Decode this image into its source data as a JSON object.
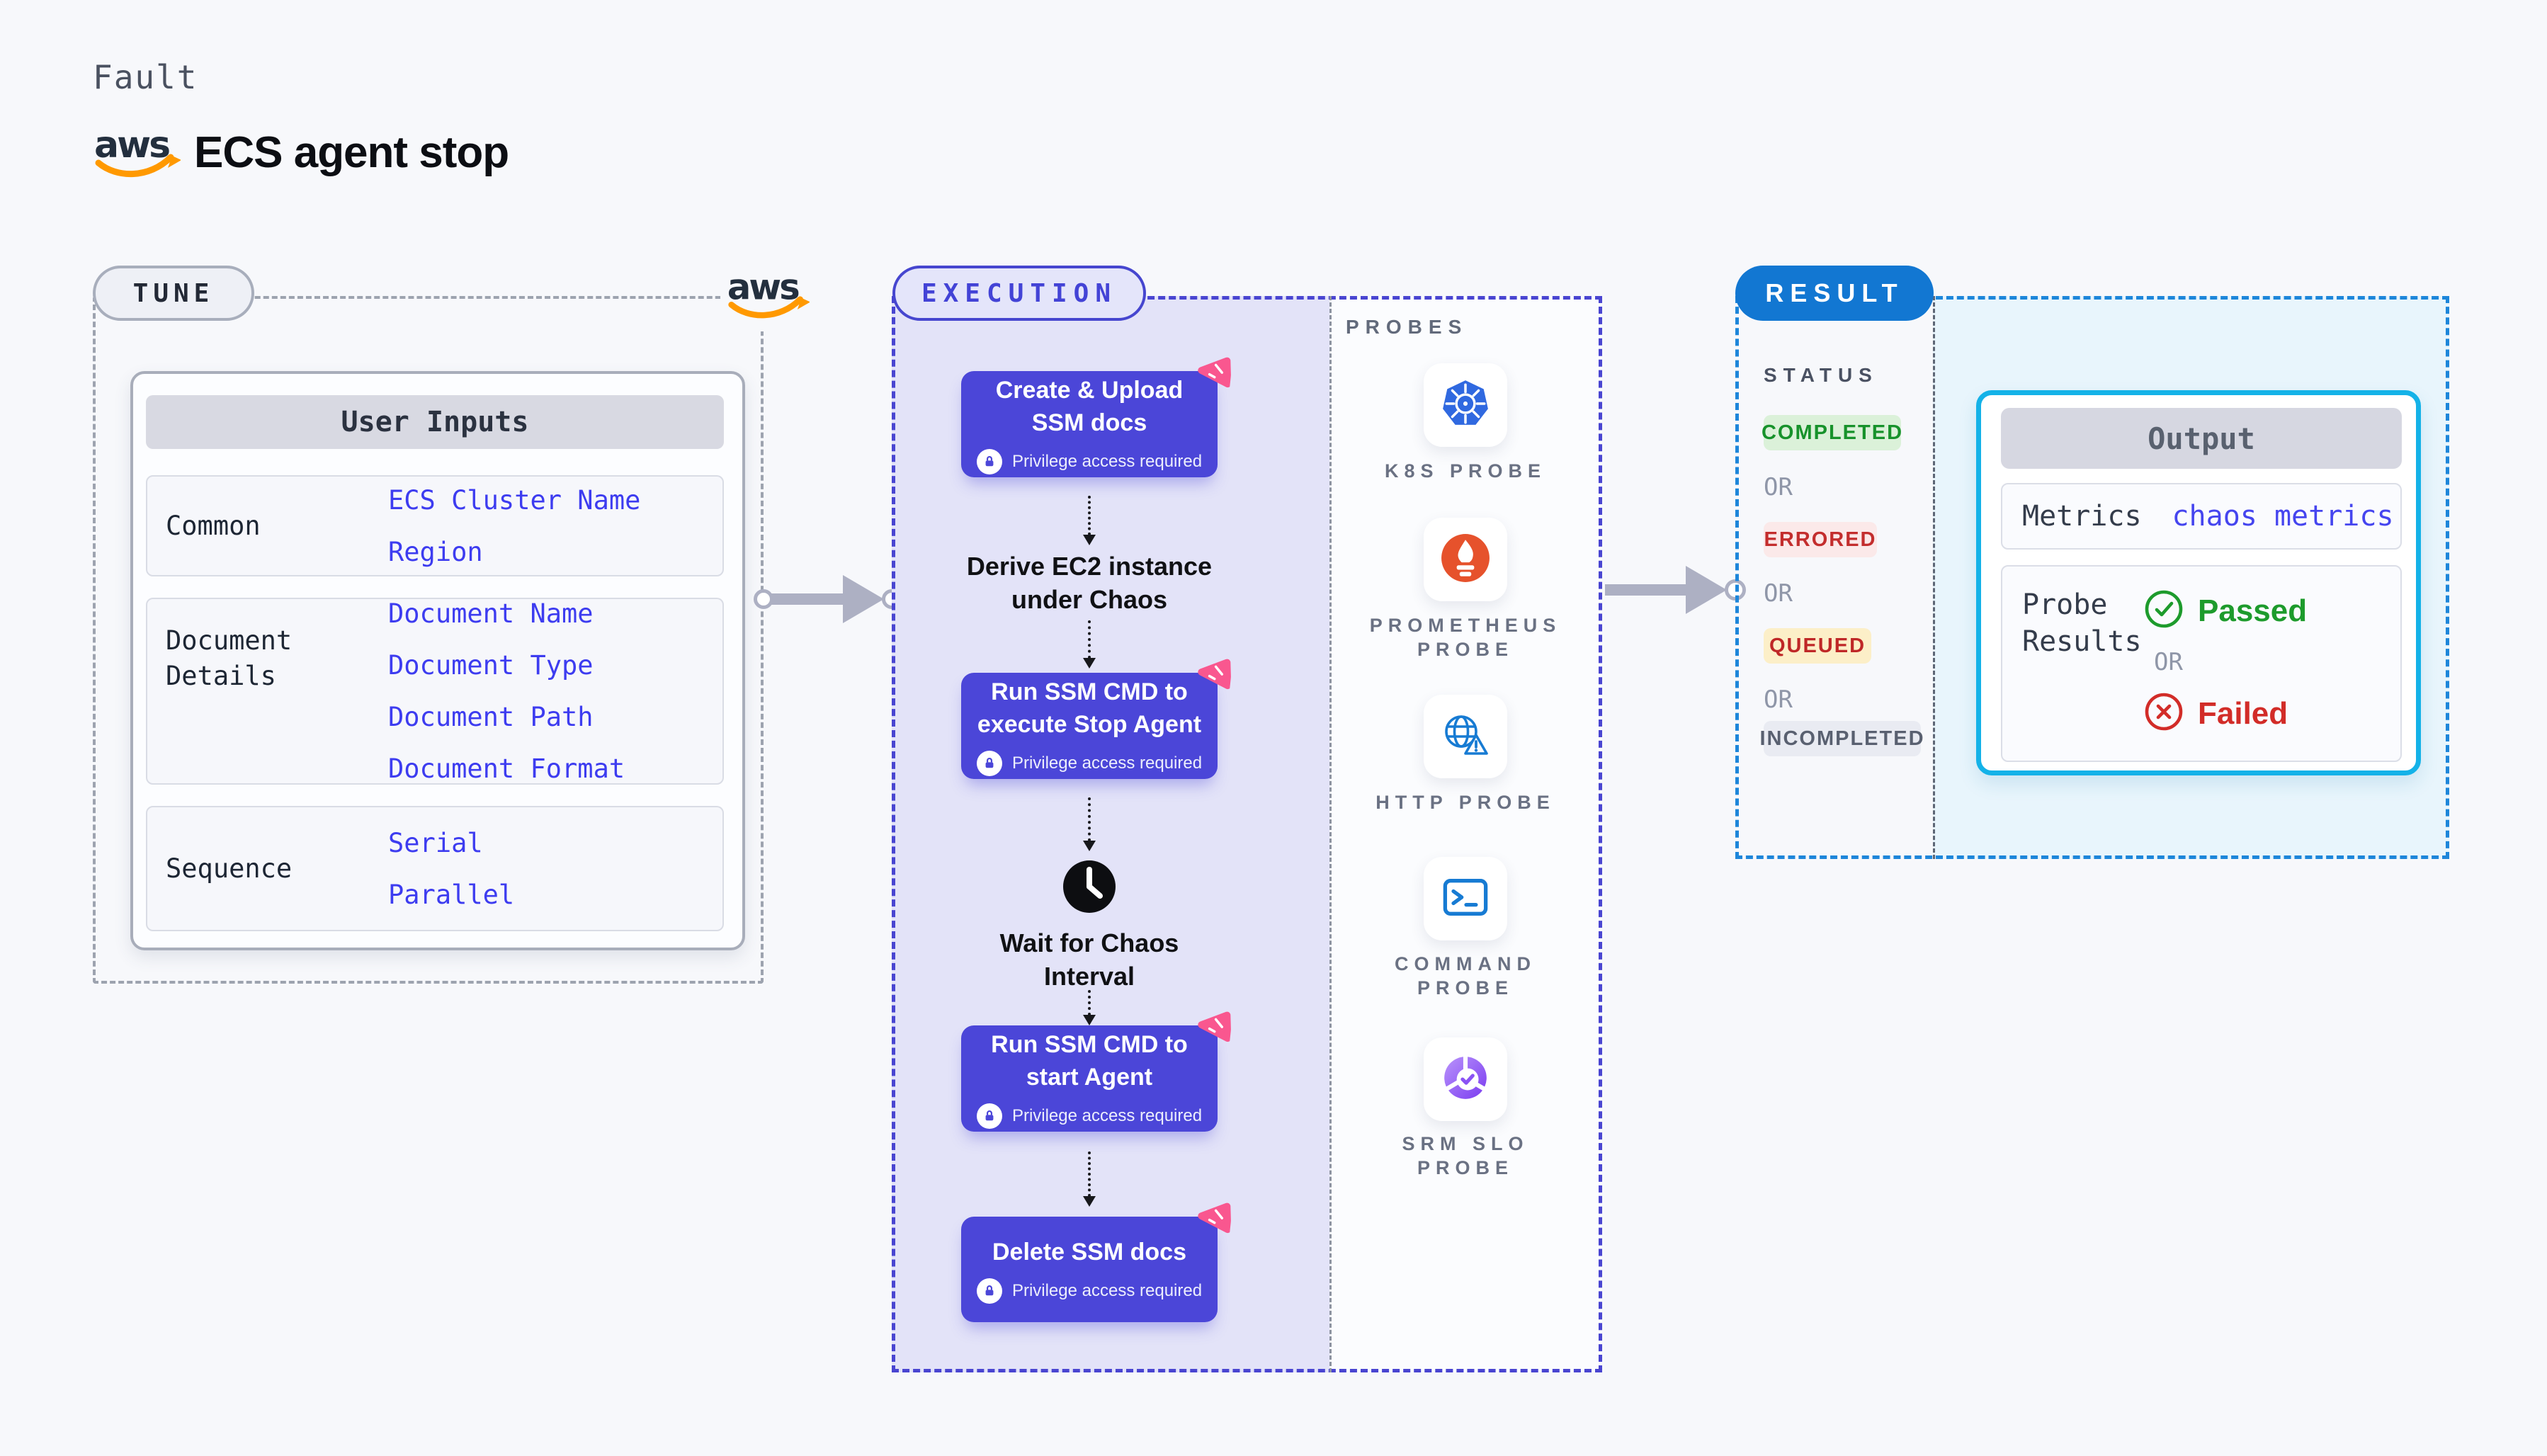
{
  "colors": {
    "page_bg": "#f7f8fb",
    "step_indigo": "#4b46d8",
    "execution_dash": "#4945d1",
    "execution_fill": "#e3e3f8",
    "value_text_indigo": "#3d3cf0",
    "pink_flag": "#f9578f",
    "result_blue": "#1277d2",
    "result_dash": "#1d86da",
    "result_fill": "#e8f5fc",
    "output_border_cyan": "#14b2e8",
    "passed_green": "#17922b",
    "completed_bg": "#dbf1d9",
    "failed_red": "#c32d2d",
    "errored_bg": "#fbe9e9",
    "queued_bg": "#fcefc8",
    "incompleted_bg": "#e9ebf2",
    "kubernetes_blue": "#3069e0",
    "prometheus_orange": "#e6522c",
    "probe_icon_blue": "#177bd3",
    "srm_purple": "#7a3bf0",
    "aws_orange": "#ff9900",
    "arrow_gray": "#adb0c3"
  },
  "header": {
    "kicker": "Fault",
    "title": "ECS agent stop"
  },
  "tune": {
    "pill": "TUNE",
    "card": {
      "title": "User Inputs",
      "rows": [
        {
          "label": "Common",
          "values": [
            "ECS Cluster Name",
            "Region"
          ]
        },
        {
          "label": "Document Details",
          "values": [
            "Document Name",
            "Document Type",
            "Document Path",
            "Document Format"
          ]
        },
        {
          "label": "Sequence",
          "values": [
            "Serial",
            "Parallel"
          ]
        }
      ]
    }
  },
  "execution": {
    "pill": "EXECUTION",
    "privilege_note": "Privilege access required",
    "steps": [
      {
        "title": "Create & Upload SSM docs"
      },
      {
        "title": "Run SSM CMD to execute Stop Agent"
      },
      {
        "title": "Run SSM CMD to start Agent"
      },
      {
        "title": "Delete SSM docs"
      }
    ],
    "derive_lines": [
      "Derive EC2 instance",
      "under Chaos"
    ],
    "wait_lines": [
      "Wait for Chaos",
      "Interval"
    ]
  },
  "probes": {
    "heading": "PROBES",
    "items": [
      {
        "icon": "kubernetes-icon",
        "lines": [
          "K8S PROBE",
          ""
        ]
      },
      {
        "icon": "prometheus-icon",
        "lines": [
          "PROMETHEUS",
          "PROBE"
        ]
      },
      {
        "icon": "http-icon",
        "lines": [
          "HTTP PROBE",
          ""
        ]
      },
      {
        "icon": "command-icon",
        "lines": [
          "COMMAND",
          "PROBE"
        ]
      },
      {
        "icon": "srm-slo-icon",
        "lines": [
          "SRM SLO",
          "PROBE"
        ]
      }
    ]
  },
  "result": {
    "pill": "RESULT",
    "status_heading": "STATUS",
    "or_label": "OR",
    "statuses": [
      {
        "text": "COMPLETED"
      },
      {
        "text": "ERRORED"
      },
      {
        "text": "QUEUED"
      },
      {
        "text": "INCOMPLETED"
      }
    ],
    "output": {
      "title": "Output",
      "metrics_label": "Metrics",
      "metrics_value": "chaos metrics",
      "probe_results_label": "Probe Results",
      "passed_label": "Passed",
      "failed_label": "Failed"
    }
  }
}
